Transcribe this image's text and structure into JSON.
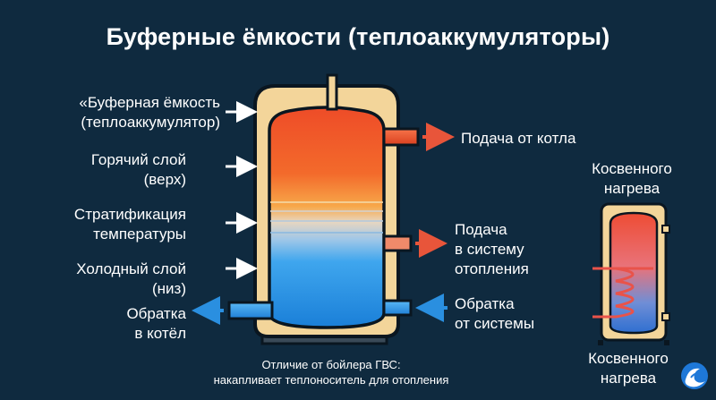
{
  "title": "Буферные ёмкости (теплоаккумуляторы)",
  "labels": {
    "buffer_tank": [
      "«Буферная ёмкость",
      "(теплоаккумулятор)"
    ],
    "hot_layer": [
      "Горячий слой",
      "(верх)"
    ],
    "stratification": [
      "Стратификация",
      "температуры"
    ],
    "cold_layer": [
      "Холодный слой",
      "(низ)"
    ],
    "return_to_boiler": [
      "Обратка",
      "в котёл"
    ],
    "supply_from_boiler": [
      "Подача от котла"
    ],
    "supply_to_heating": [
      "Подача",
      "в систему",
      "отопления"
    ],
    "return_from_system": [
      "Обратка",
      "от системы"
    ],
    "indirect_top": [
      "Косвенного",
      "нагрева"
    ],
    "indirect_bottom": [
      "Косвенного",
      "нагрева"
    ]
  },
  "caption": [
    "Отличие от бойлера ГВС:",
    "накапливает теплоноситель для отопления"
  ],
  "colors": {
    "background": "#0f2a3f",
    "hot": "#f0562a",
    "warm": "#f59a3a",
    "cold": "#1f8fe0",
    "insulation": "#f3d59a",
    "arrow_hot": "#e8553a",
    "arrow_cold": "#2a8fe0"
  },
  "icons": [
    "logo-wave-icon"
  ]
}
